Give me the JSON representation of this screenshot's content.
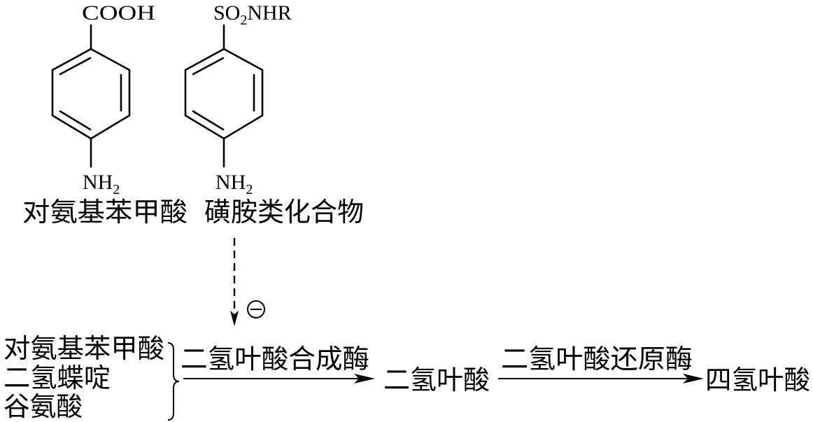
{
  "structures": {
    "left": {
      "top_group": "COOH",
      "amine": {
        "main": "NH",
        "sub": "2"
      },
      "label": "对氨基苯甲酸"
    },
    "right": {
      "top_group": {
        "a": "SO",
        "sub": "2",
        "b": "NHR"
      },
      "amine": {
        "main": "NH",
        "sub": "2"
      },
      "label": "磺胺类化合物"
    }
  },
  "pathway": {
    "substrates": [
      "对氨基苯甲酸",
      "二氢蝶啶",
      "谷氨酸"
    ],
    "step1_enzyme": "二氢叶酸合成酶",
    "intermediate": "二氢叶酸",
    "step2_enzyme": "二氢叶酸还原酶",
    "product": "四氢叶酸"
  }
}
